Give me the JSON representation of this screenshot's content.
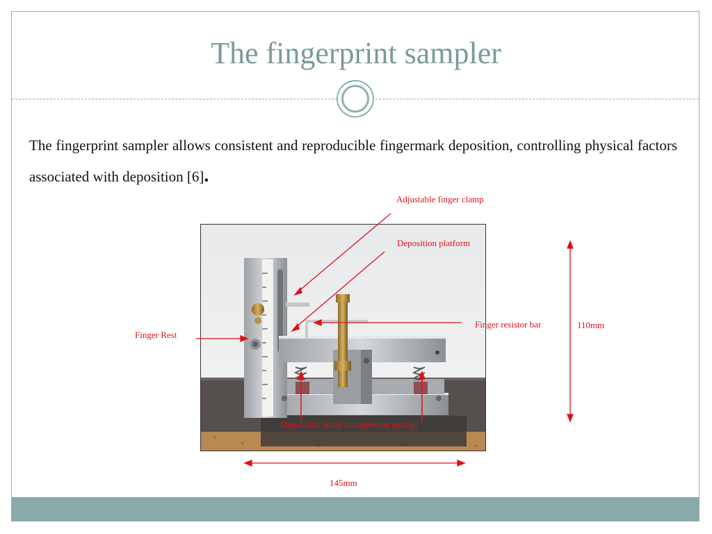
{
  "slide": {
    "title": "The fingerprint sampler",
    "body_text": "The fingerprint sampler allows consistent and reproducible fingermark deposition, controlling physical factors associated with deposition [6]",
    "body_period": "."
  },
  "annotations": {
    "adjustable_finger_clamp": "Adjustable finger clamp",
    "deposition_platform": "Deposition platform",
    "finger_resistor_bar": "Finger resistor bar",
    "finger_rest": "Finger Rest",
    "deposition_springs": "Deposition force management springs",
    "height_dimension": "110mm",
    "width_dimension": "145mm"
  },
  "colors": {
    "accent_teal": "#8aa9aa",
    "title_color": "#7a9a9b",
    "annotation_red": "#e0101a"
  },
  "icons": {
    "divider_ornament": "double-circle-icon"
  }
}
